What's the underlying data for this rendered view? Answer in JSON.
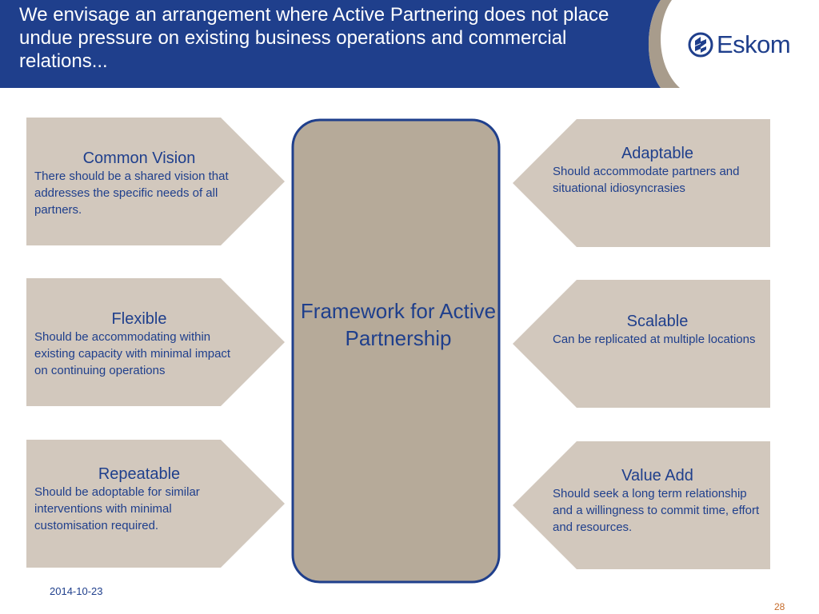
{
  "slide": {
    "title": "We envisage an arrangement where Active Partnering does not place undue pressure on existing business operations and commercial relations...",
    "logo_text": "Eskom",
    "center_label": "Framework for Active Partnership",
    "left_items": [
      {
        "heading": "Common Vision",
        "text": "There should be a shared vision that addresses the specific needs of all partners."
      },
      {
        "heading": "Flexible",
        "text": "Should be accommodating within existing capacity with minimal impact on continuing operations"
      },
      {
        "heading": "Repeatable",
        "text": "Should be adoptable for similar interventions with minimal customisation required."
      }
    ],
    "right_items": [
      {
        "heading": "Adaptable",
        "text": "Should accommodate partners and situational idiosyncrasies"
      },
      {
        "heading": "Scalable",
        "text": "Can be replicated at multiple locations"
      },
      {
        "heading": "Value Add",
        "text": "Should  seek a long term relationship and a willingness to commit time, effort and resources."
      }
    ],
    "date": "2014-10-23",
    "page_number": "28"
  },
  "colors": {
    "header_blue": "#1f3f8c",
    "box_fill": "#d2c8bd",
    "center_fill": "#b6aa99",
    "text_blue": "#1f3f8c",
    "page_number_orange": "#c66b2a"
  }
}
